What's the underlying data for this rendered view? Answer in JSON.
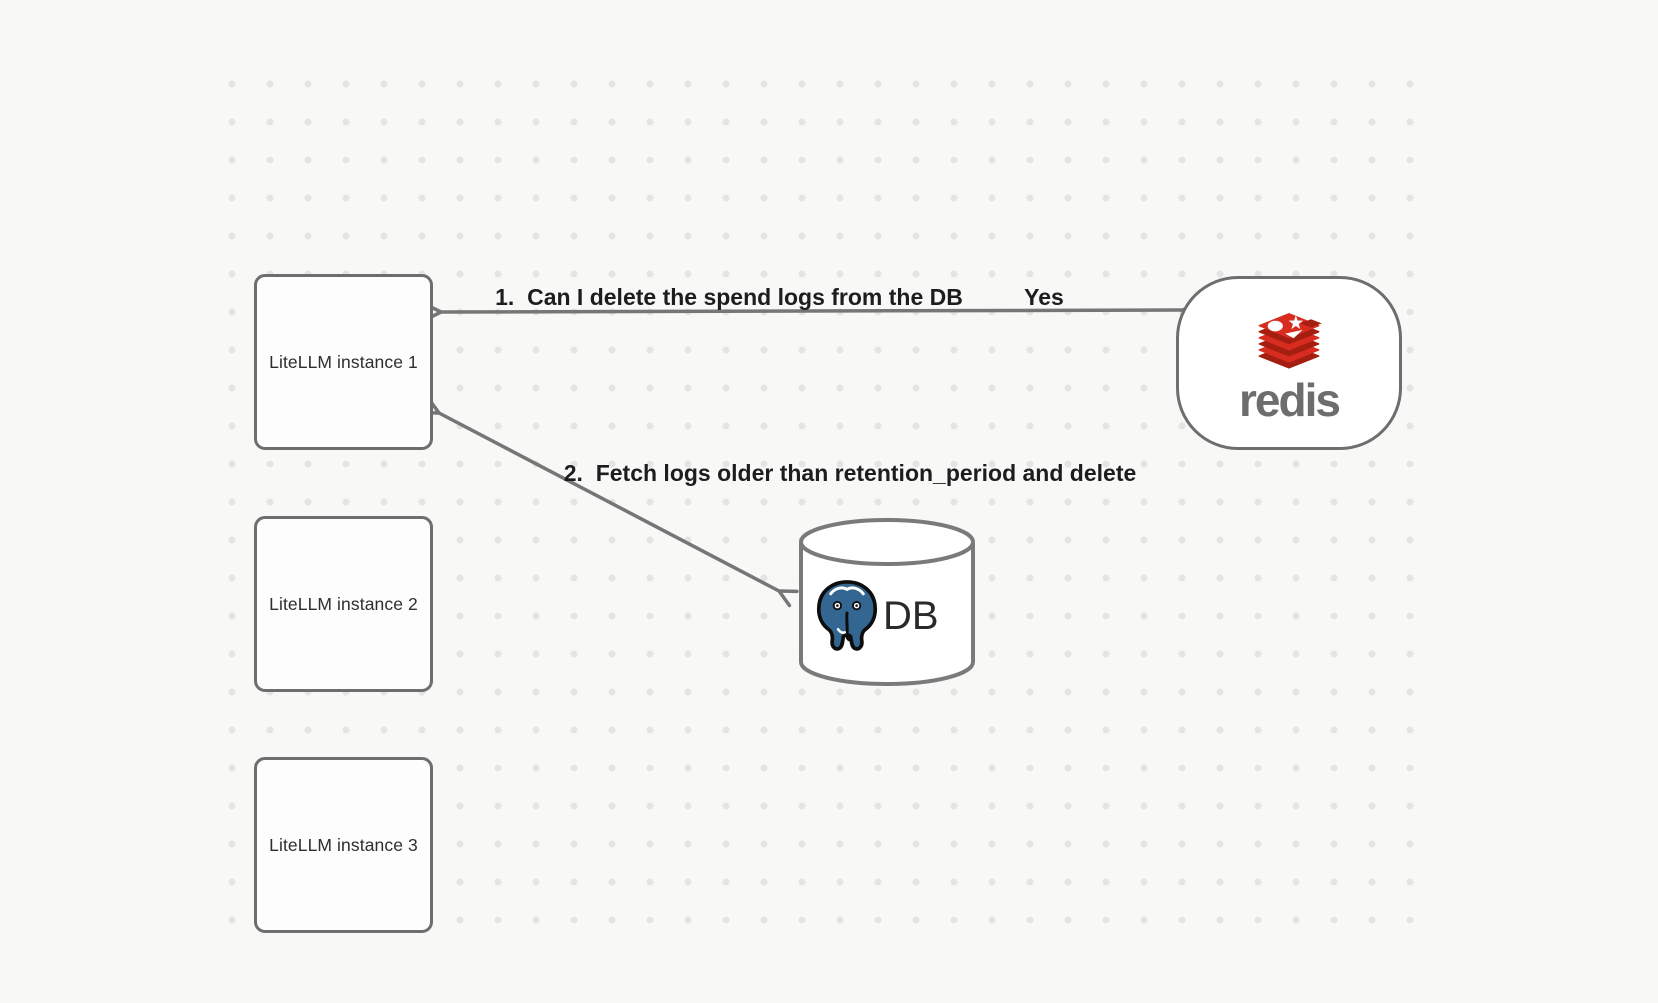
{
  "canvas": {
    "background_color": "#f8f8f7",
    "dot_color": "#e4e4e2"
  },
  "nodes": {
    "instance1": {
      "label": "LiteLLM instance 1"
    },
    "instance2": {
      "label": "LiteLLM instance 2"
    },
    "instance3": {
      "label": "LiteLLM instance 3"
    },
    "redis": {
      "wordmark": "redis",
      "icon": "redis-logo",
      "logo_red": "#d82c20",
      "logo_dark_red": "#a41e11",
      "wordmark_color": "#6d6d6d"
    },
    "db": {
      "label": "DB",
      "icon": "postgresql-logo",
      "postgres_blue": "#336791"
    }
  },
  "edges": [
    {
      "label": "1.  Can I delete the spend logs from the DB",
      "response": "Yes",
      "from": "LiteLLM instance 1",
      "to": "redis",
      "direction": "bidirectional"
    },
    {
      "label": "2.  Fetch logs older than retention_period and delete",
      "from": "LiteLLM instance 1",
      "to": "DB",
      "direction": "bidirectional"
    }
  ],
  "colors": {
    "edge": "#767676",
    "node_border": "#6e6e6e",
    "label_text": "#1d1d1f",
    "node_text": "#2e2e2e"
  }
}
